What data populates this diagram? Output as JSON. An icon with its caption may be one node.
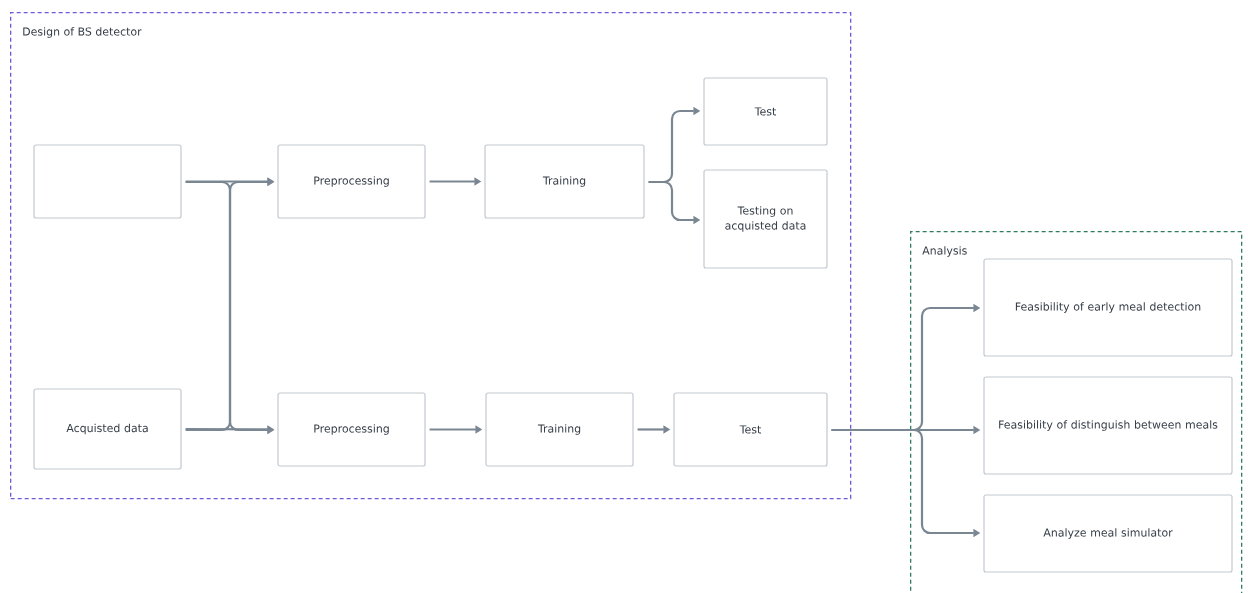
{
  "diagram": {
    "nodes": [
      {
        "text": [
          "Design of BS detector"
        ]
      },
      {
        "text": [],
        "shape": "box",
        "in": 0
      },
      {
        "text": [
          "Preprocessing"
        ],
        "in": 0
      },
      {
        "text": [
          "Training"
        ],
        "in": 0
      },
      {
        "text": [
          "Test"
        ],
        "in": 0
      },
      {
        "text": [
          "Testing on acquisted data"
        ],
        "in": 0
      },
      {
        "text": [
          "Acquisted data"
        ],
        "in": 0
      },
      {
        "text": [
          "Preprocessing"
        ],
        "in": 0
      },
      {
        "text": [
          "Training"
        ],
        "in": 0
      },
      {
        "text": [
          "Test"
        ],
        "in": 0
      },
      {
        "text": [
          "Analysis"
        ]
      },
      {
        "text": [
          "Feasibility of early meal detection"
        ],
        "in": 10
      },
      {
        "text": [
          "Feasibility of distinguish between meals"
        ],
        "in": 10
      },
      {
        "text": [
          "Analyze meal simulator"
        ],
        "in": 10
      }
    ],
    "edges": [
      {
        "from": 1,
        "to": 2,
        "arrow": "to"
      },
      {
        "from": 1,
        "to": 7,
        "arrow": "to"
      },
      {
        "from": 6,
        "to": 7,
        "arrow": "to"
      },
      {
        "from": 6,
        "to": 2,
        "arrow": "to"
      },
      {
        "from": 2,
        "to": 3,
        "arrow": "to"
      },
      {
        "from": 3,
        "to": 4,
        "arrow": "to"
      },
      {
        "from": 3,
        "to": 5,
        "arrow": "to"
      },
      {
        "from": 7,
        "to": 8,
        "arrow": "to"
      },
      {
        "from": 8,
        "to": 9,
        "arrow": "to"
      },
      {
        "from": 9,
        "to": 11,
        "arrow": "to"
      },
      {
        "from": 9,
        "to": 12,
        "arrow": "to"
      },
      {
        "from": 9,
        "to": 13,
        "arrow": "to"
      }
    ]
  }
}
